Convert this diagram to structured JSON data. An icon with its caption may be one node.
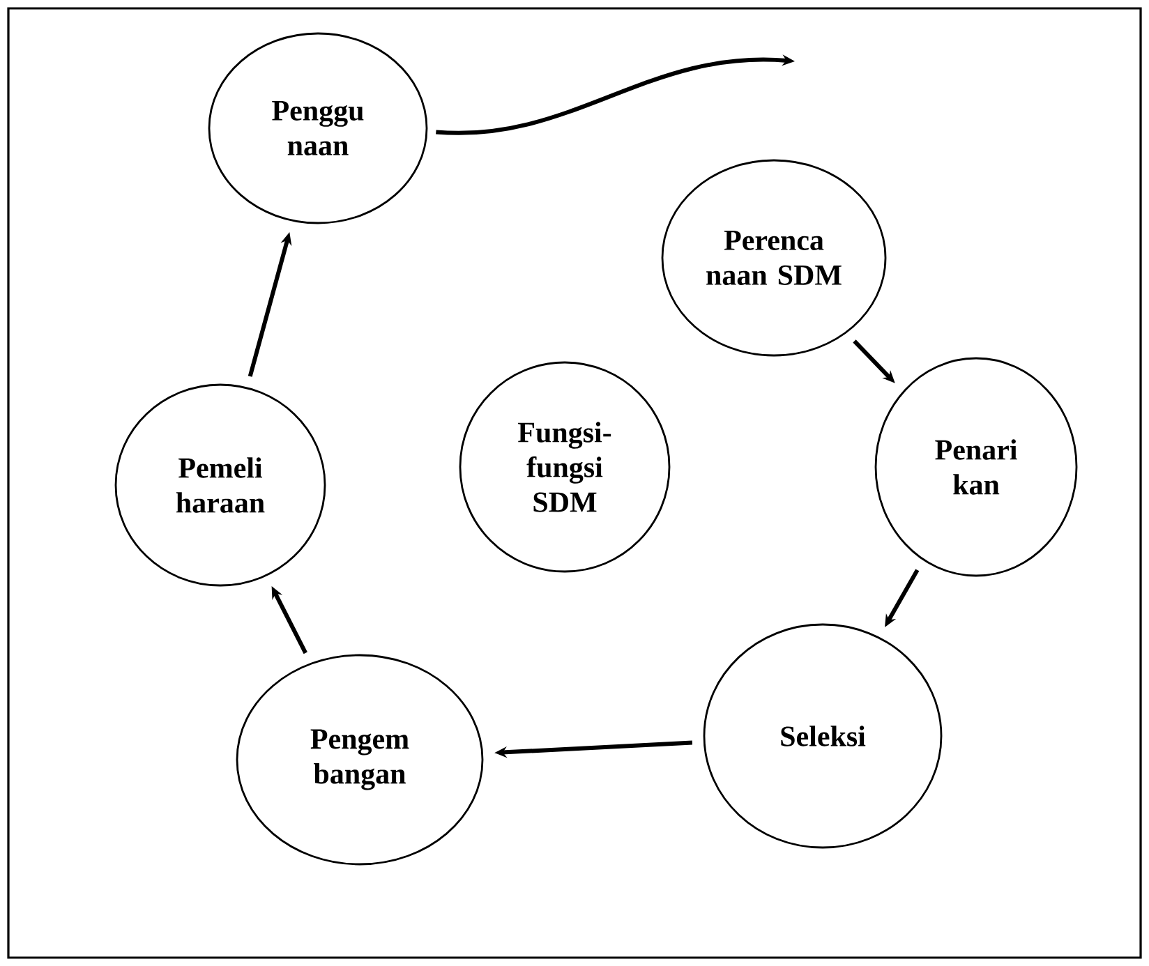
{
  "diagram": {
    "nodes": [
      {
        "text": [
          "Penggu naan"
        ]
      },
      {
        "text": [
          "Perenca naan SDM"
        ]
      },
      {
        "text": [
          "Penari kan"
        ]
      },
      {
        "text": [
          "Seleksi"
        ]
      },
      {
        "text": [
          "Pengem bangan"
        ]
      },
      {
        "text": [
          "Pemeli haraan"
        ]
      },
      {
        "text": [
          "Fungsi-fungsi SDM"
        ]
      }
    ],
    "edges": [
      {
        "from": 0,
        "to": null,
        "arrow": "to"
      },
      {
        "from": 1,
        "to": 2,
        "arrow": "to"
      },
      {
        "from": 2,
        "to": 3,
        "arrow": "to"
      },
      {
        "from": 3,
        "to": 4,
        "arrow": "to"
      },
      {
        "from": 4,
        "to": 5,
        "arrow": "to"
      },
      {
        "from": 5,
        "to": 0,
        "arrow": "to"
      }
    ]
  }
}
